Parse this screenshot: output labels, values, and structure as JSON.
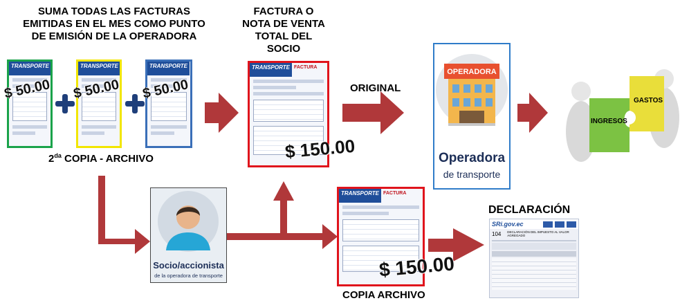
{
  "headers": {
    "left": "SUMA TODAS LAS FACTURAS EMITIDAS EN EL MES COMO PUNTO DE EMISIÓN DE LA OPERADORA",
    "middle": "FACTURA O NOTA DE VENTA TOTAL DEL SOCIO",
    "original": "ORIGINAL",
    "declaracion": "DECLARACIÓN",
    "copia_archivo": "COPIA ARCHIVO"
  },
  "second_copy": {
    "sup": "2",
    "sup_suffix": "da",
    "text": " COPIA - ARCHIVO"
  },
  "invoices": {
    "small_amount": "$ 50.00",
    "total_amount": "$ 150.00",
    "brand": "TRANSPORTE",
    "doc_type": "FACTURA"
  },
  "operadora": {
    "banner": "OPERADORA",
    "title": "Operadora",
    "subtitle": "de transporte"
  },
  "socio": {
    "title": "Socio/accionista",
    "subtitle": "de la operadora de transporte"
  },
  "puzzle": {
    "left": "INGRESOS",
    "right": "GASTOS"
  },
  "declaration_form": {
    "logo": "SRi.gov.ec",
    "form_no": "104",
    "title": "DECLARACIÓN DEL IMPUESTO AL VALOR AGREGADO"
  },
  "colors": {
    "arrow": "#b0383a",
    "plus": "#1f3f7a",
    "green": "#1aa34a",
    "yellow": "#f2e600",
    "blue": "#3a6fb8",
    "red": "#e0141c"
  }
}
